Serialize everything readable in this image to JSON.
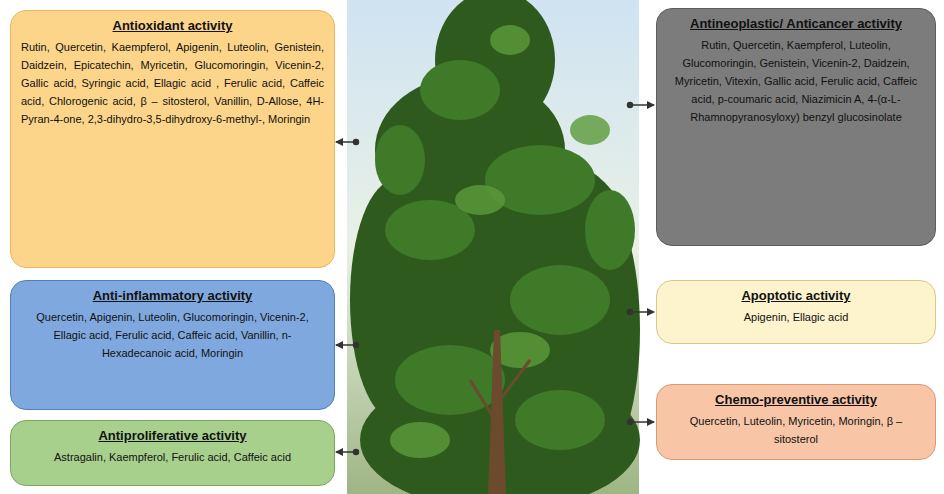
{
  "diagram": {
    "nodes": [
      {
        "text": [
          "Antioxidant activity",
          "Rutin, Quercetin, Kaempferol, Apigenin, Luteolin, Genistein, Daidzein, Epicatechin, Myricetin, Glucomoringin, Vicenin-2, Gallic acid, Syringic acid, Ellagic acid , Ferulic acid, Caffeic acid, Chlorogenic acid, β – sitosterol, Vanillin, D-Allose, 4H-Pyran-4-one, 2,3-dihydro-3,5-dihydroxy-6-methyl-, Moringin"
        ]
      },
      {
        "text": [
          "Antineoplastic/ Anticancer activity",
          "Rutin, Quercetin, Kaempferol, Luteolin, Glucomoringin, Genistein, Vicenin-2, Daidzein, Myricetin, Vitexin, Gallic acid, Ferulic acid, Caffeic acid, p-coumaric acid, Niazimicin A, 4-(α-L-Rhamnopyranosyloxy) benzyl glucosinolate"
        ]
      },
      {
        "text": [
          "Anti-inflammatory activity",
          "Quercetin, Apigenin, Luteolin, Glucomoringin, Vicenin-2, Ellagic acid, Ferulic acid, Caffeic acid, Vanillin, n-Hexadecanoic acid, Moringin"
        ]
      },
      {
        "text": [
          "Apoptotic activity",
          "Apigenin, Ellagic acid"
        ]
      },
      {
        "text": [
          "Chemo-preventive activity",
          "Quercetin, Luteolin, Myricetin, Moringin, β – sitosterol"
        ]
      },
      {
        "text": [
          "Antiproliferative activity",
          "Astragalin, Kaempferol, Ferulic acid, Caffeic acid"
        ]
      }
    ]
  }
}
